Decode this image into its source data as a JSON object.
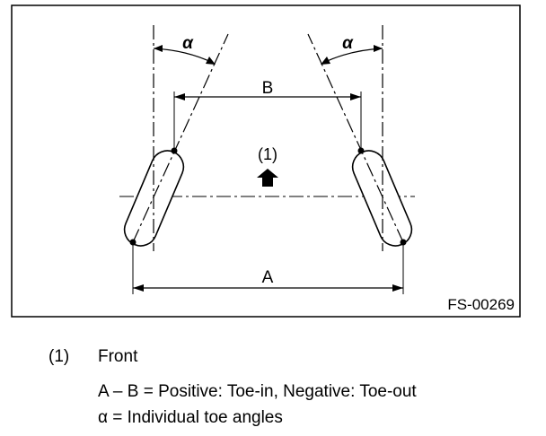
{
  "figure": {
    "code": "FS-00269",
    "label_alpha": "α",
    "label_B": "B",
    "label_A": "A",
    "label_callout": "(1)"
  },
  "legend": {
    "number": "(1)",
    "item": "Front",
    "formula": "A – B = Positive: Toe-in, Negative: Toe-out",
    "alpha_symbol": "α",
    "alpha_text": " = Individual toe angles"
  }
}
